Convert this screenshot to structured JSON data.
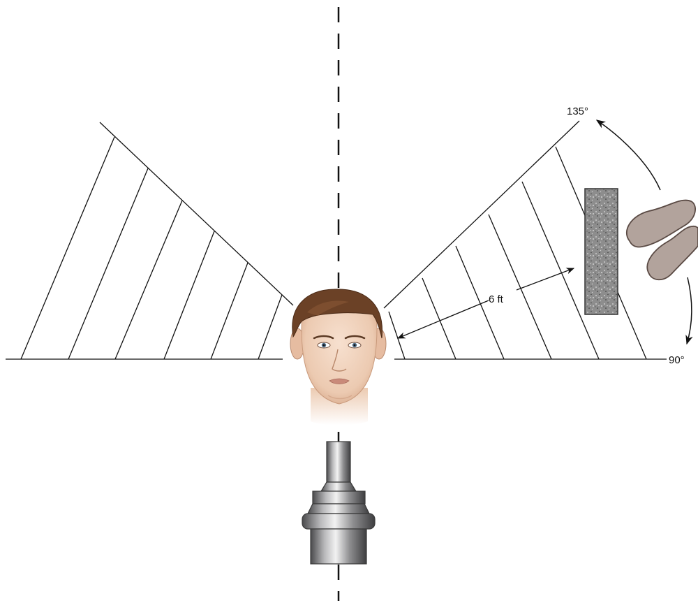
{
  "labels": {
    "angle_upper": "135°",
    "angle_lower": "90°",
    "distance": "6 ft"
  },
  "figures": {
    "head": "human-head-front-view",
    "microphone": "measurement-microphone",
    "panel": "speckled-rectangular-panel",
    "footprints": "pair-of-footprints",
    "rotation_arrow": "curved-double-arrow"
  },
  "colors": {
    "line": "#111111",
    "footprint": "#b2a39c",
    "footprint_outline": "#5a4a44",
    "panel": "#8f8f8f",
    "hair": "#6b4126",
    "skin": "#f1d3bd",
    "metal": "#9a9a9c"
  }
}
